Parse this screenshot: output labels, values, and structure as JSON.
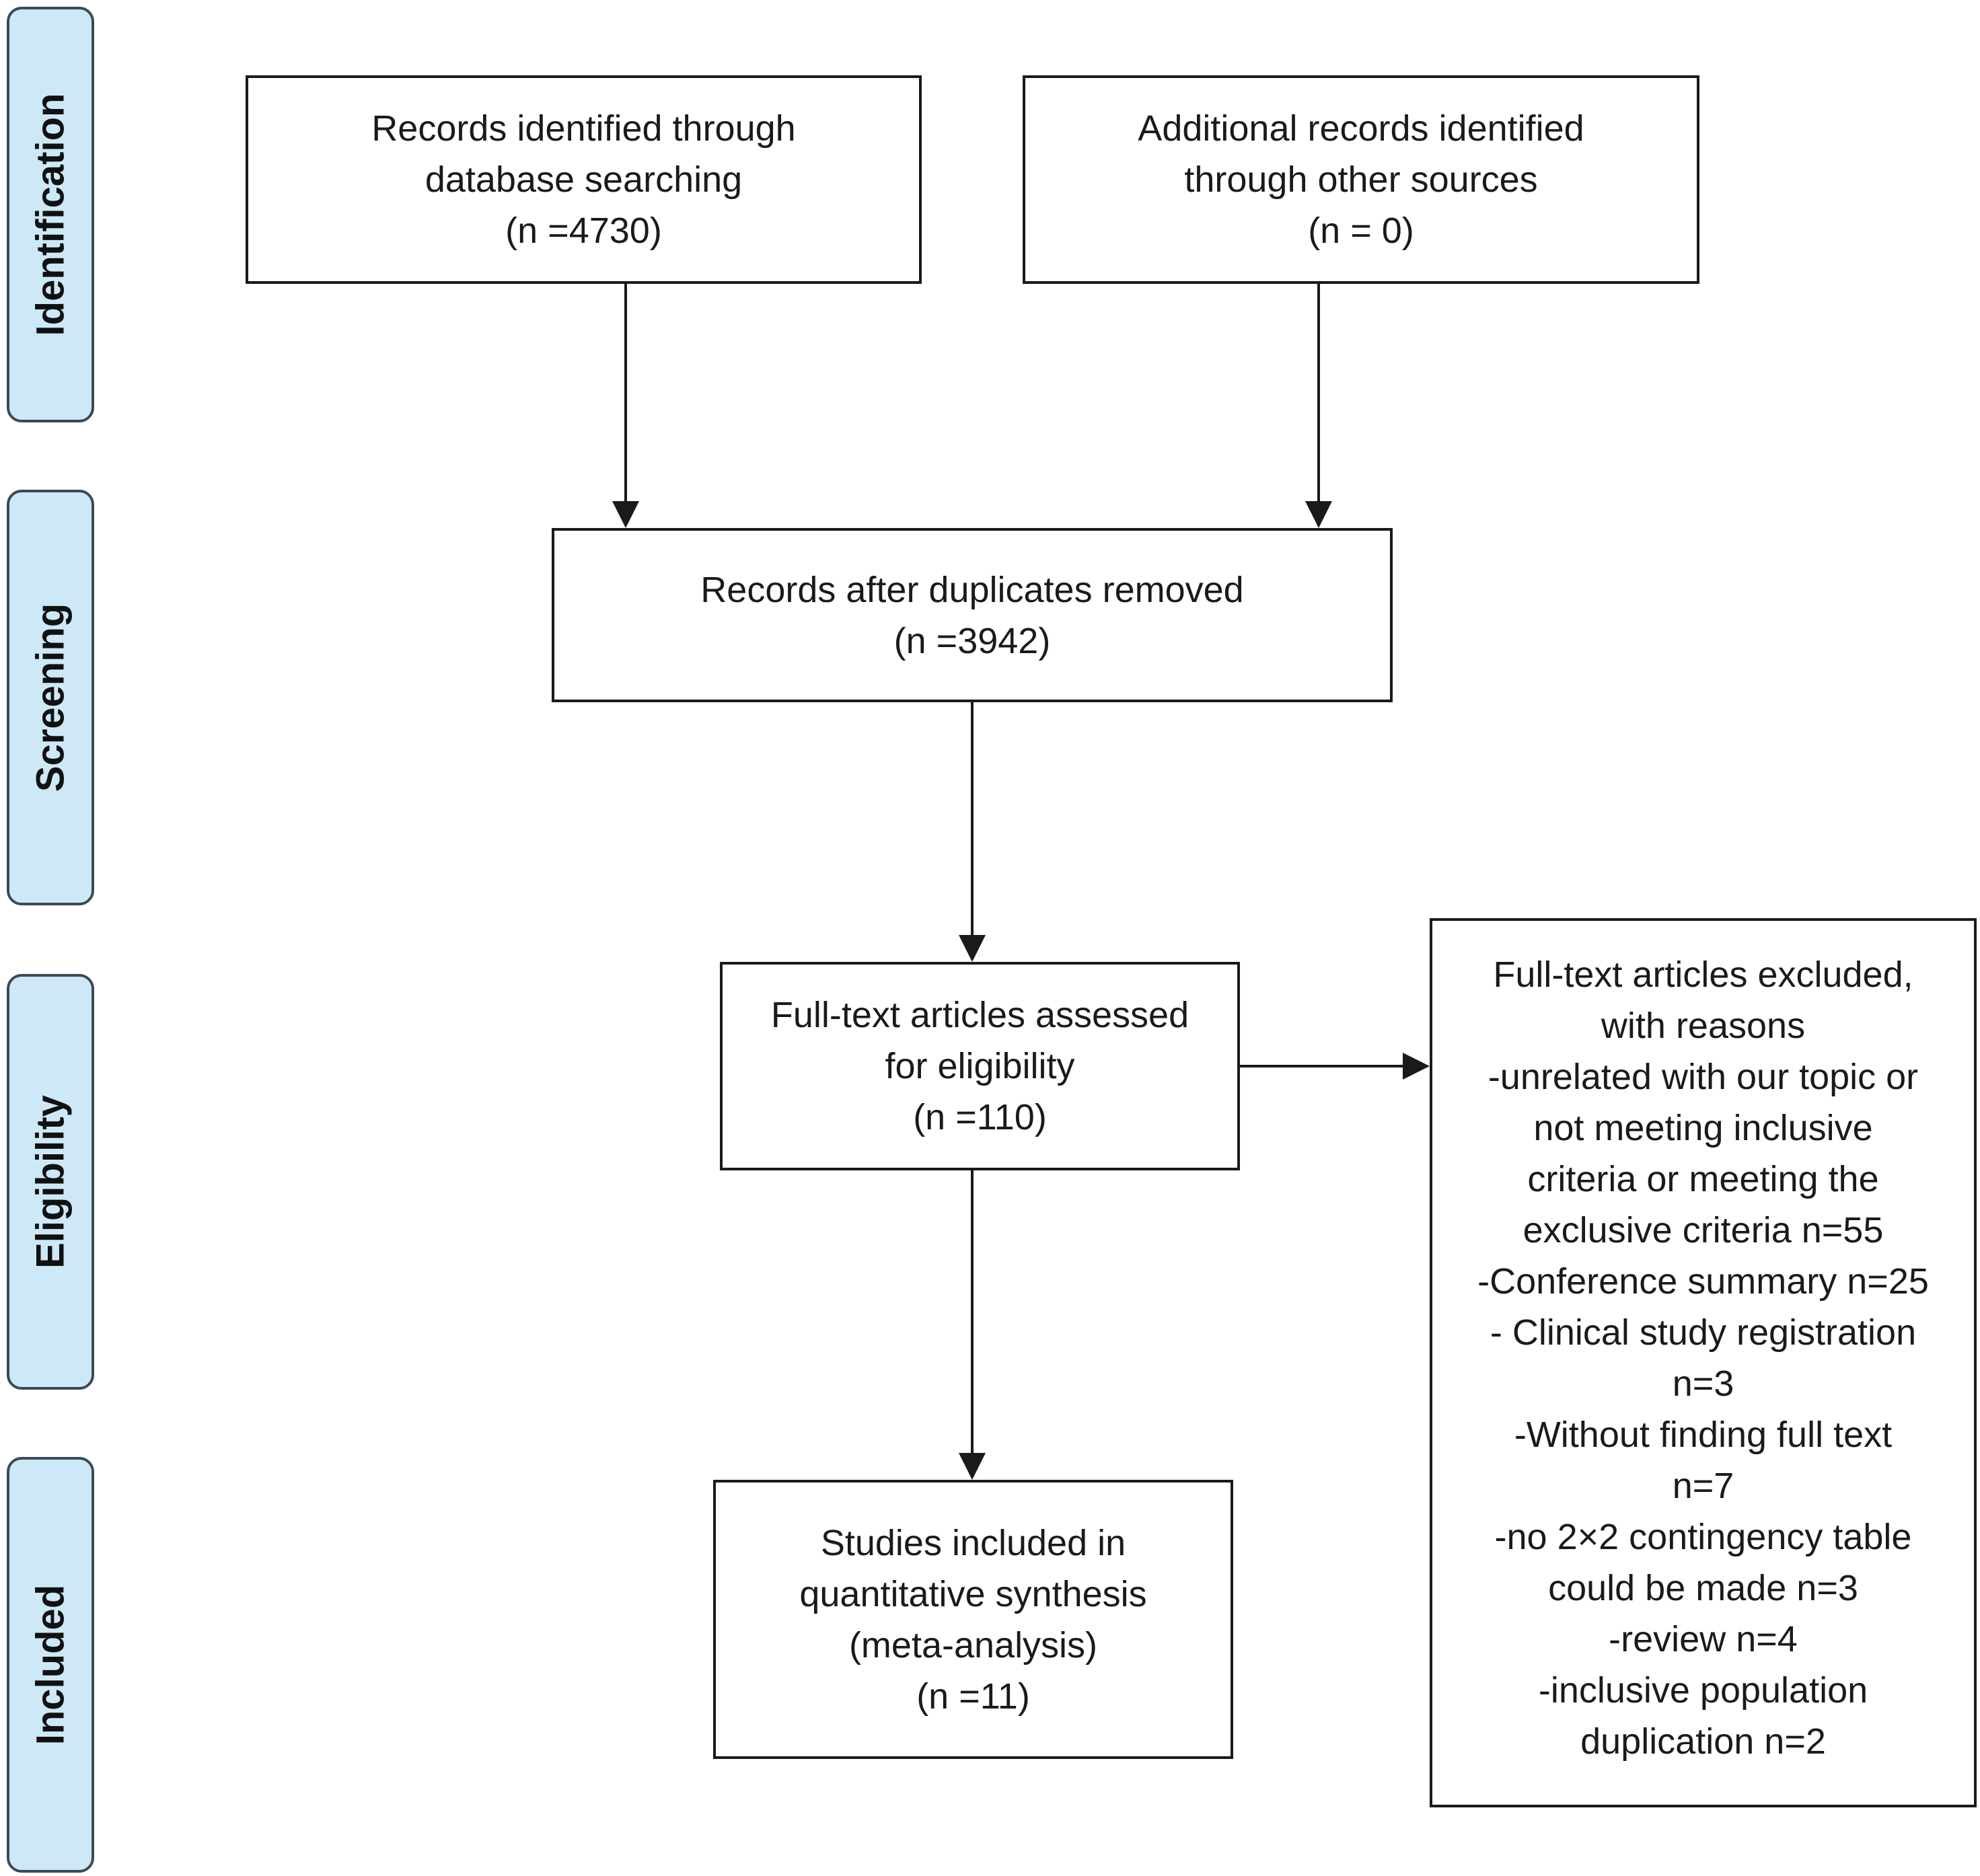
{
  "stages": {
    "identification": "Identification",
    "screening": "Screening",
    "eligibility": "Eligibility",
    "included": "Included"
  },
  "boxes": {
    "database_records": {
      "lines": [
        "Records identified through",
        "database searching",
        "(n =4730)"
      ]
    },
    "other_sources": {
      "lines": [
        "Additional records identified",
        "through other sources",
        "(n = 0)"
      ]
    },
    "after_duplicates": {
      "lines": [
        "Records after duplicates removed",
        "(n =3942)"
      ]
    },
    "full_text_assessed": {
      "lines": [
        "Full-text articles assessed",
        "for eligibility",
        "(n =110)"
      ]
    },
    "studies_included": {
      "lines": [
        "Studies included in",
        "quantitative synthesis",
        "(meta-analysis)",
        "(n =11)"
      ]
    },
    "excluded": {
      "lines": [
        "Full-text articles excluded,",
        "with reasons",
        "-unrelated with our topic  or",
        "not meeting inclusive",
        "criteria or meeting the",
        "exclusive criteria n=55",
        "-Conference summary n=25",
        "- Clinical study registration",
        "n=3",
        "-Without finding full text",
        "n=7",
        "-no 2×2 contingency table",
        "could be made n=3",
        "-review n=4",
        "-inclusive population",
        "duplication n=2"
      ]
    }
  },
  "colors": {
    "stage_fill": "#cde9f8",
    "stage_border": "#3a4a55",
    "box_border": "#1a1a1a",
    "arrow": "#1a1a1a"
  }
}
